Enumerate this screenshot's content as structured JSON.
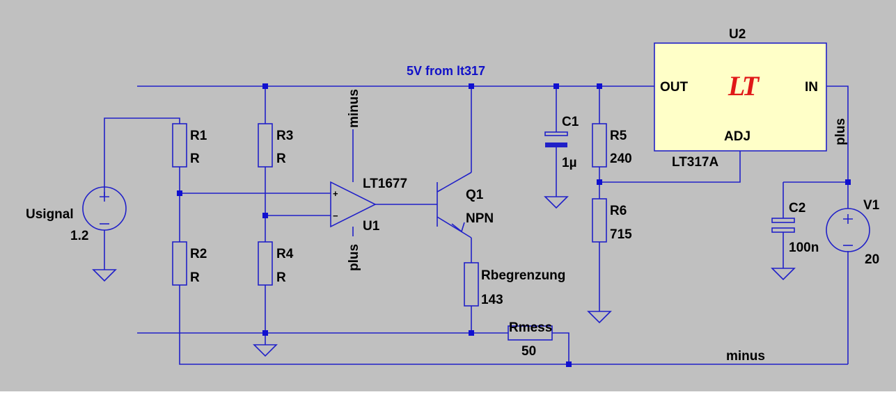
{
  "net_label_5v": "5V from lt317",
  "net_label_minus_bottom": "minus",
  "U2": {
    "ref": "U2",
    "model": "LT317A",
    "pin_out": "OUT",
    "pin_in": "IN",
    "pin_adj": "ADJ",
    "logo": "LT"
  },
  "U1": {
    "ref": "U1",
    "model": "LT1677",
    "supply_minus": "minus",
    "supply_plus": "plus",
    "in_plus": "+",
    "in_minus": "−"
  },
  "Q1": {
    "ref": "Q1",
    "type": "NPN"
  },
  "R1": {
    "ref": "R1",
    "value": "R"
  },
  "R2": {
    "ref": "R2",
    "value": "R"
  },
  "R3": {
    "ref": "R3",
    "value": "R"
  },
  "R4": {
    "ref": "R4",
    "value": "R"
  },
  "R5": {
    "ref": "R5",
    "value": "240"
  },
  "R6": {
    "ref": "R6",
    "value": "715"
  },
  "Rbegrenzung": {
    "ref": "Rbegrenzung",
    "value": "143"
  },
  "Rmess": {
    "ref": "Rmess",
    "value": "50"
  },
  "C1": {
    "ref": "C1",
    "value": "1µ"
  },
  "C2": {
    "ref": "C2",
    "value": "100n"
  },
  "V1": {
    "ref": "V1",
    "value": "20",
    "net_plus": "plus"
  },
  "Usignal": {
    "ref": "Usignal",
    "value": "1.2"
  },
  "colors": {
    "background": "#c0c0c0",
    "wire": "#2020c8",
    "ic_fill": "#ffffc8",
    "logo": "#e01818"
  }
}
